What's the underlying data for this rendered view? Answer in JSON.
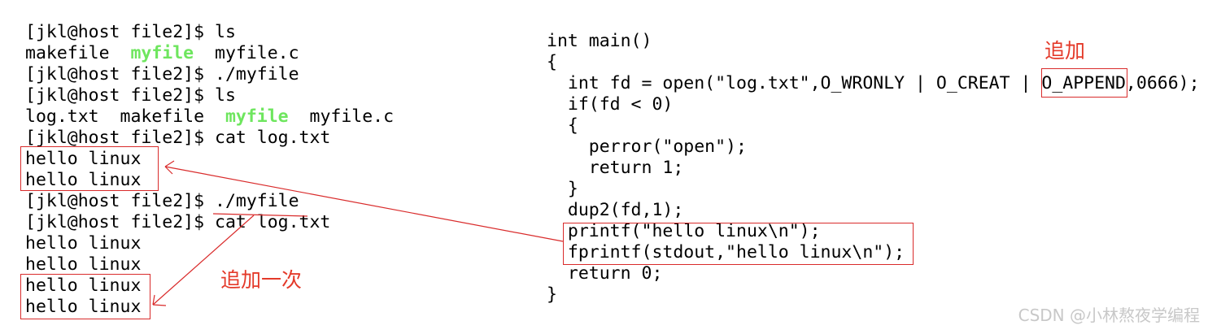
{
  "terminal": {
    "lines": [
      [
        "[jkl@host file2]$ ls"
      ],
      [
        "makefile  ",
        {
          "exe": "myfile"
        },
        "  myfile.c"
      ],
      [
        "[jkl@host file2]$ ./myfile"
      ],
      [
        "[jkl@host file2]$ ls"
      ],
      [
        "log.txt  makefile  ",
        {
          "exe": "myfile"
        },
        "  myfile.c"
      ],
      [
        "[jkl@host file2]$ cat log.txt"
      ],
      [
        "hello linux"
      ],
      [
        "hello linux"
      ],
      [
        "[jkl@host file2]$ ./myfile"
      ],
      [
        "[jkl@host file2]$ cat log.txt"
      ],
      [
        "hello linux"
      ],
      [
        "hello linux"
      ],
      [
        "hello linux"
      ],
      [
        "hello linux"
      ]
    ]
  },
  "code": {
    "lines": [
      "int main()",
      "{",
      "  int fd = open(\"log.txt\",O_WRONLY | O_CREAT | O_APPEND,0666);",
      "  if(fd < 0)",
      "  {",
      "    perror(\"open\");",
      "    return 1;",
      "  }",
      "  dup2(fd,1);",
      "  printf(\"hello linux\\n\");",
      "  fprintf(stdout,\"hello linux\\n\");",
      "  return 0;",
      "}"
    ]
  },
  "annotations": {
    "append_label": "追加",
    "append_once_label": "追加一次"
  },
  "watermark": "CSDN @小林熬夜学编程",
  "colors": {
    "annotation": "#e43a2a",
    "executable": "#6ee65e"
  }
}
